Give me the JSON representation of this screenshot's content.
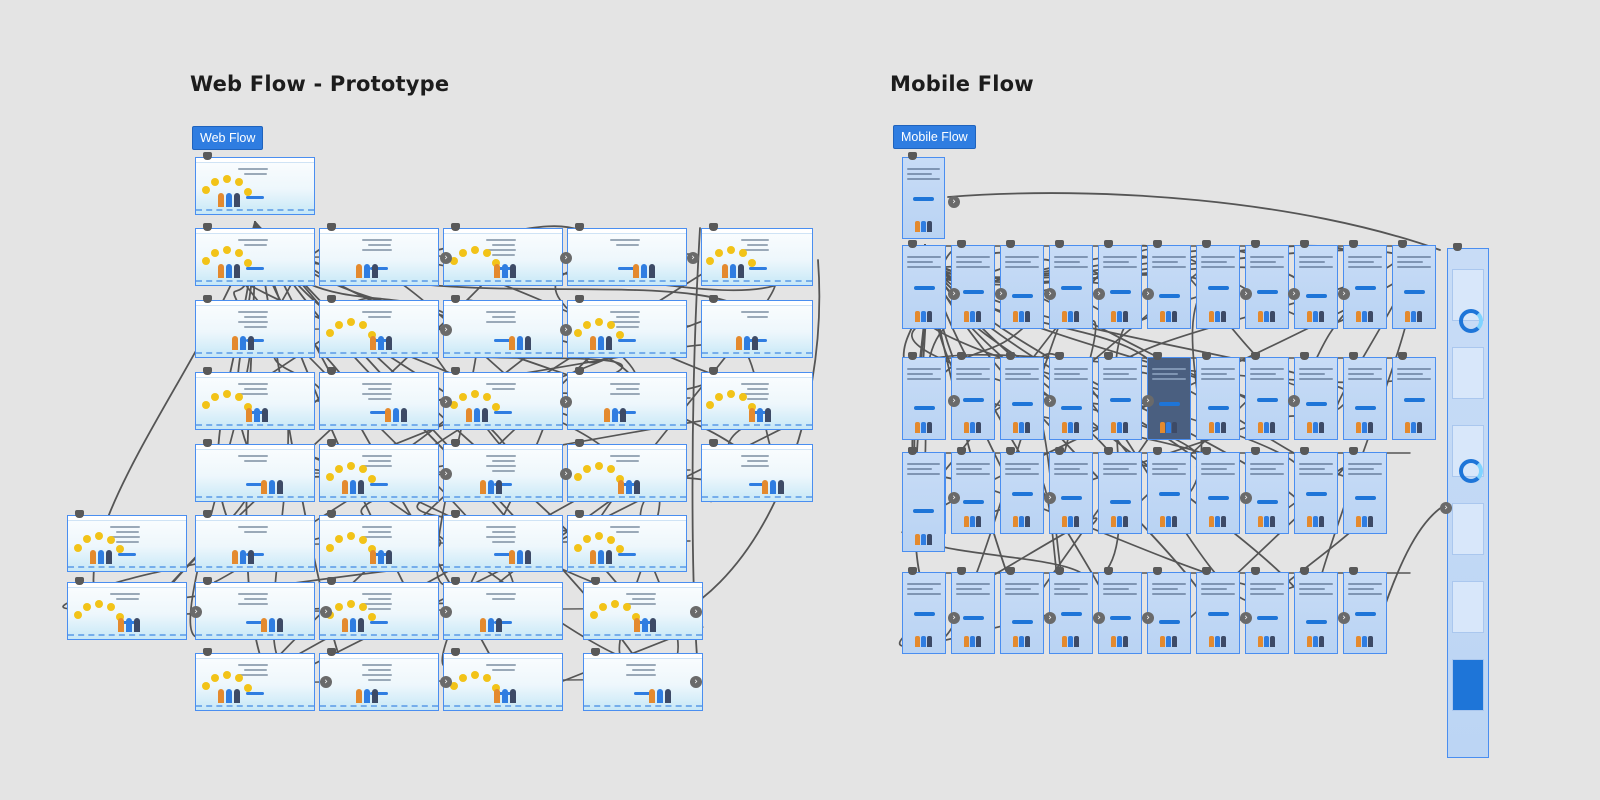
{
  "canvas": {
    "background": "#e4e4e4",
    "frame_border_color": "#4a8ef0",
    "connector_color": "#555555",
    "accent": "#2f7de1"
  },
  "web": {
    "title": "Web Flow - Prototype",
    "chip_label": "Web Flow"
  },
  "mobile": {
    "title": "Mobile Flow",
    "chip_label": "Mobile Flow"
  },
  "icons": {
    "connector_handle": "handle-icon",
    "flow_arrow": "chevron-right-icon"
  }
}
